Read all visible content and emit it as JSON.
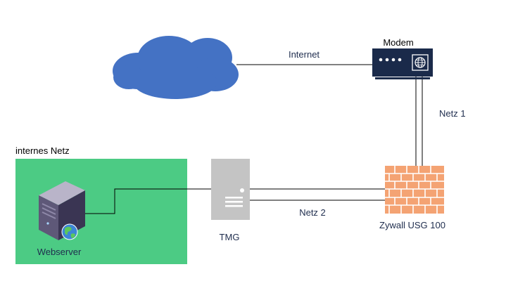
{
  "labels": {
    "internet": "Internet",
    "modem": "Modem",
    "netz1": "Netz 1",
    "internal_net": "internes Netz",
    "webserver": "Webserver",
    "tmg": "TMG",
    "netz2": "Netz 2",
    "firewall": "Zywall USG 100"
  },
  "colors": {
    "cloud": "#4472c4",
    "internal_zone": "#4ccb84",
    "modem_body": "#1a2a4a",
    "tmg_body": "#c4c4c4",
    "firewall_brick": "#f4a373",
    "firewall_mortar": "#ffffff",
    "label_text": "#1f2d4e",
    "line": "#000000"
  },
  "icons": {
    "cloud": "cloud-icon",
    "modem": "modem-icon",
    "tmg": "server-tower-icon",
    "webserver": "webserver-icon",
    "firewall": "firewall-brick-icon"
  }
}
